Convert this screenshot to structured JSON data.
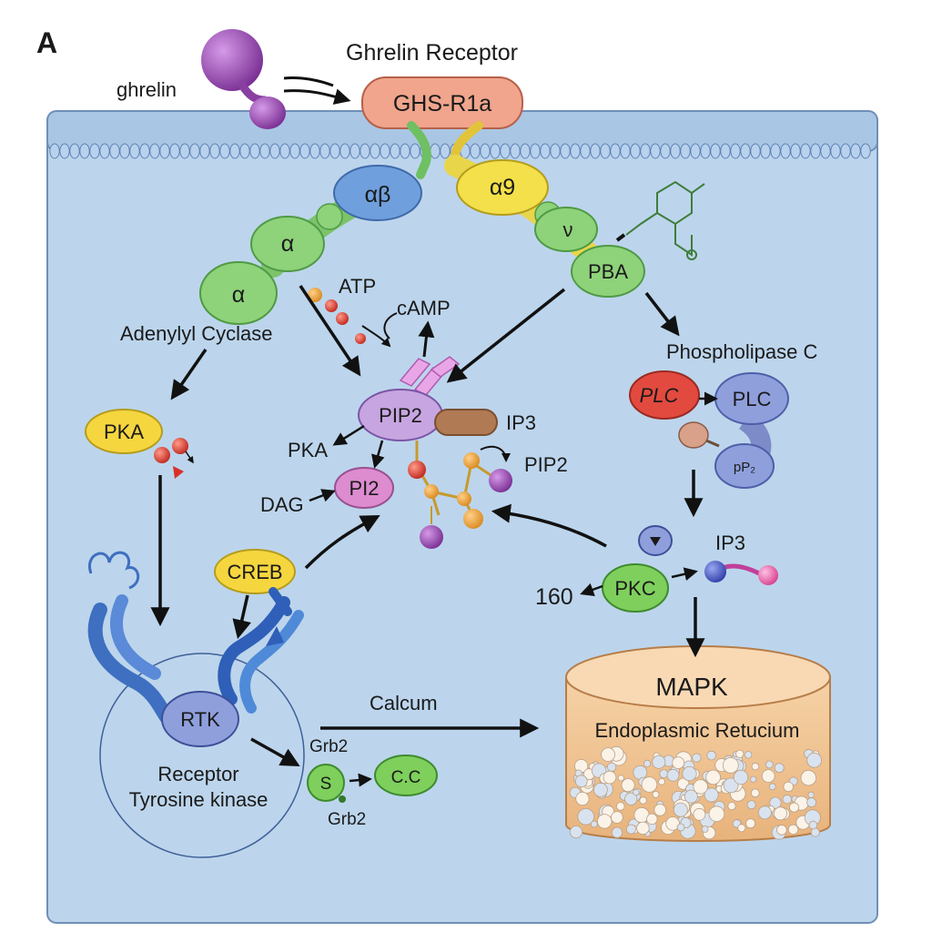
{
  "panel_label": "A",
  "title": "Ghrelin Receptor",
  "ligand": "ghrelin",
  "receptor": "GHS-R1a",
  "g_protein_left": {
    "top": "αβ",
    "mid": "α",
    "bottom": "α"
  },
  "g_protein_right": {
    "top": "α9",
    "mid": "ν",
    "bottom": "PBA"
  },
  "labels": {
    "adenylyl_cyclase": "Adenylyl Cyclase",
    "atp": "ATP",
    "camp": "cAMP",
    "phospholipase_c": "Phospholipase C",
    "pka_node": "PKA",
    "pip2_node": "PIP2",
    "pka_text": "PKA",
    "ip3_top": "IP3",
    "pip2_text": "PIP2",
    "dag": "DAG",
    "pi2_node": "PI2",
    "plc_red": "PLC",
    "plc_blue": "PLC",
    "pp2": "pP₂",
    "creb": "CREB",
    "pkc": "PKC",
    "ip3_right": "IP3",
    "num_160": "160",
    "rtk": "RTK",
    "receptor_tyrosine_kinase_1": "Receptor",
    "receptor_tyrosine_kinase_2": "Tyrosine kinase",
    "calcum": "Calcum",
    "grb2_top": "Grb2",
    "s_node": "S",
    "cc_node": "C.C",
    "grb2_bottom": "Grb2",
    "mapk": "MAPK",
    "er": "Endoplasmic Retucium"
  },
  "colors": {
    "cell": "#bcd5ec",
    "membrane": "#a9c7e4",
    "receptor": "#f0a58c",
    "g_left": "#8ed27a",
    "g_blue": "#6f9fdc",
    "g_yellow": "#f3e04a",
    "pka": "#f5d63f",
    "pip2": "#c7a5e0",
    "pi2": "#dc8ccf",
    "plc_red": "#e24a3f",
    "plc_blue": "#8f9fdc",
    "creb": "#f5d63f",
    "pkc": "#7ecf5c",
    "er": "#f2c99a"
  }
}
